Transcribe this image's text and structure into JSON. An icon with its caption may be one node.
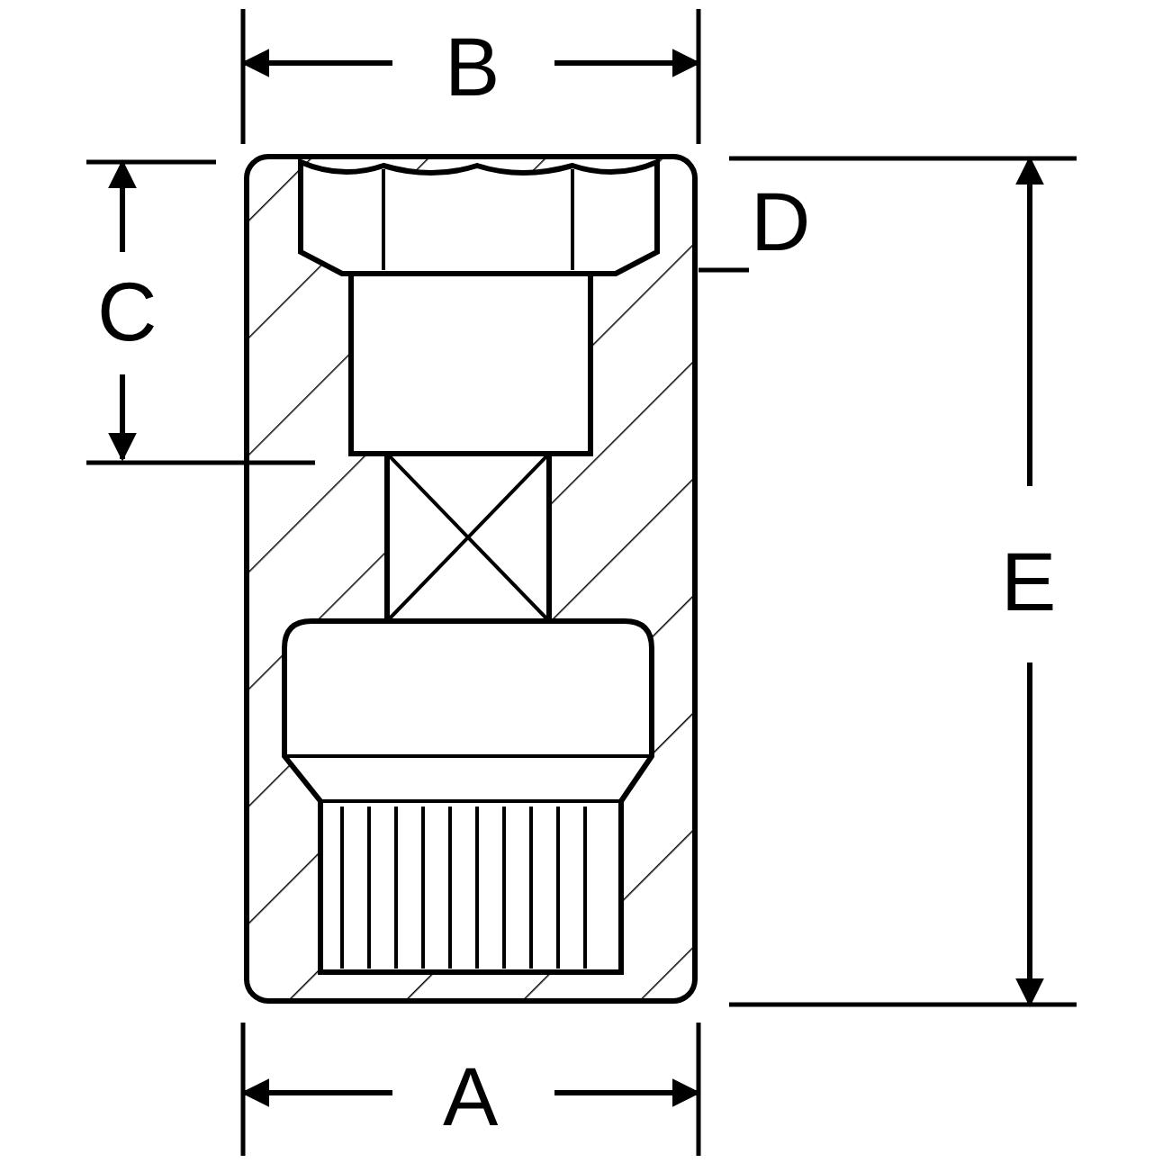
{
  "diagram": {
    "nodes": [
      {
        "text": [
          "D"
        ]
      },
      {
        "text": [],
        "shape": "picture"
      }
    ],
    "edges": [
      {
        "from": 0,
        "to": 1,
        "arrow": "none"
      }
    ],
    "labels": [
      "B",
      "C",
      "E",
      "A"
    ]
  }
}
